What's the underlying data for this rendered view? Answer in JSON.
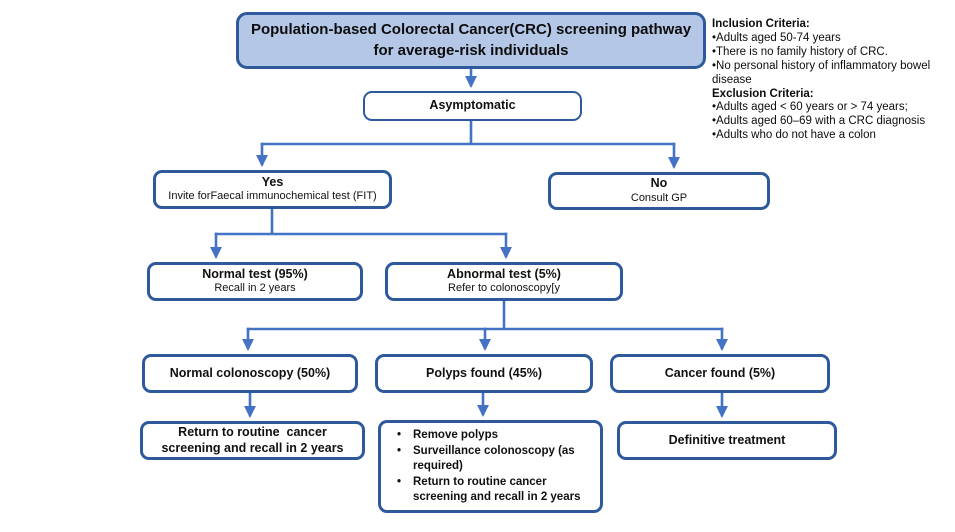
{
  "colors": {
    "box_border": "#2e5a9c",
    "connector": "#4472c4",
    "title_fill": "#b4c7e7",
    "text": "#111111"
  },
  "title": {
    "text": "Population-based Colorectal Cancer(CRC) screening pathway for average-risk individuals"
  },
  "criteria": {
    "inclusion_heading": "Inclusion Criteria:",
    "inclusion_items": [
      "•Adults aged 50-74 years",
      "•There is no family history of CRC.",
      "•No personal history of inflammatory bowel disease"
    ],
    "exclusion_heading": "Exclusion Criteria:",
    "exclusion_items": [
      "•Adults aged < 60 years or > 74 years;",
      "•Adults aged 60–69 with a CRC diagnosis",
      "•Adults who do not have a colon"
    ]
  },
  "nodes": {
    "asymptomatic": {
      "title": "Asymptomatic"
    },
    "yes": {
      "title": "Yes",
      "subtitle": "Invite forFaecal immunochemical test (FIT)"
    },
    "no": {
      "title": "No",
      "subtitle": "Consult GP"
    },
    "normal_test": {
      "title": "Normal test (95%)",
      "subtitle": "Recall in 2 years"
    },
    "abnormal_test": {
      "title": "Abnormal test (5%)",
      "subtitle": "Refer to colonoscopy[y"
    },
    "normal_colonoscopy": {
      "title": "Normal colonoscopy (50%)"
    },
    "polyps_found": {
      "title": "Polyps found (45%)"
    },
    "cancer_found": {
      "title": "Cancer found (5%)"
    },
    "return_routine": {
      "title": "Return to routine  cancer screening and recall in 2 years"
    },
    "polyps_actions": {
      "items": [
        "Remove polyps",
        "Surveillance colonoscopy (as required)",
        "Return to routine  cancer screening and recall in 2 years"
      ]
    },
    "definitive_treatment": {
      "title": "Definitive treatment"
    }
  }
}
